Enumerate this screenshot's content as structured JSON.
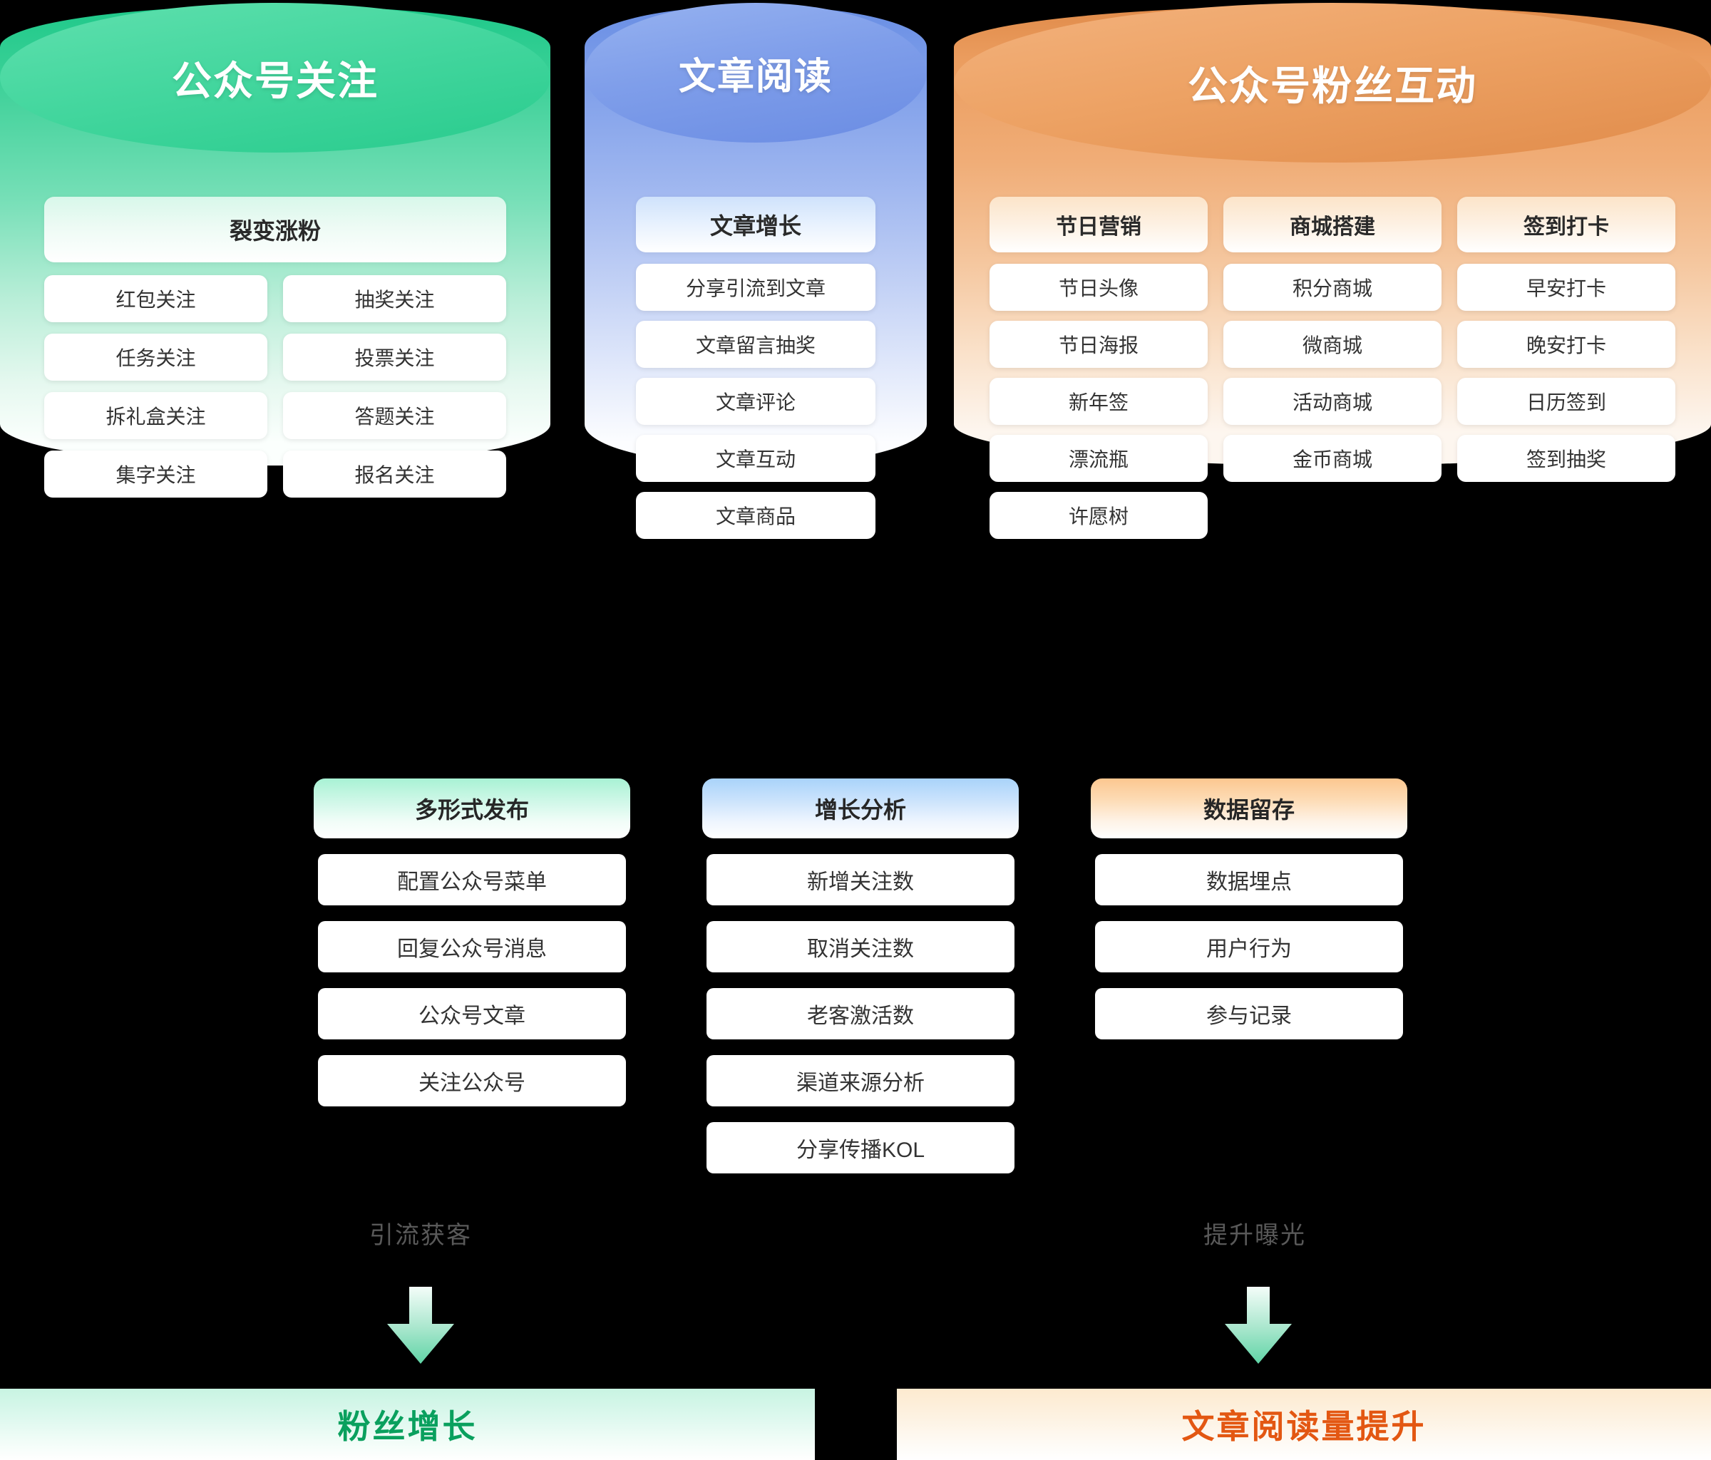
{
  "cylinders": [
    {
      "id": "gzh-follow",
      "title": "公众号关注",
      "color": "#3ad29a",
      "groups": [
        {
          "head": "裂变涨粉",
          "items": [
            "红包关注",
            "抽奖关注",
            "任务关注",
            "投票关注",
            "拆礼盒关注",
            "答题关注",
            "集字关注",
            "报名关注"
          ]
        }
      ]
    },
    {
      "id": "article-read",
      "title": "文章阅读",
      "color": "#7b9ce9",
      "groups": [
        {
          "head": "文章增长",
          "items": [
            "分享引流到文章",
            "文章留言抽奖",
            "文章评论",
            "文章互动",
            "文章商品"
          ]
        }
      ]
    },
    {
      "id": "fans-interaction",
      "title": "公众号粉丝互动",
      "color": "#eb9d5f",
      "groups": [
        {
          "head": "节日营销",
          "items": [
            "节日头像",
            "节日海报",
            "新年签",
            "漂流瓶",
            "许愿树"
          ]
        },
        {
          "head": "商城搭建",
          "items": [
            "积分商城",
            "微商城",
            "活动商城",
            "金币商城"
          ]
        },
        {
          "head": "签到打卡",
          "items": [
            "早安打卡",
            "晚安打卡",
            "日历签到",
            "签到抽奖"
          ]
        }
      ]
    }
  ],
  "mid_columns": [
    {
      "id": "multi-form-publish",
      "head": "多形式发布",
      "items": [
        "配置公众号菜单",
        "回复公众号消息",
        "公众号文章",
        "关注公众号"
      ]
    },
    {
      "id": "growth-analysis",
      "head": "增长分析",
      "items": [
        "新增关注数",
        "取消关注数",
        "老客激活数",
        "渠道来源分析",
        "分享传播KOL"
      ]
    },
    {
      "id": "data-retention",
      "head": "数据留存",
      "items": [
        "数据埋点",
        "用户行为",
        "参与记录"
      ]
    }
  ],
  "flows": [
    {
      "id": "flow-left",
      "label": "引流获客",
      "arrow": "down-arrow-icon"
    },
    {
      "id": "flow-right",
      "label": "提升曝光",
      "arrow": "down-arrow-icon"
    }
  ],
  "banners": [
    {
      "id": "fans-growth",
      "text": "粉丝增长",
      "color": "#0aa05e"
    },
    {
      "id": "reading-boost",
      "text": "文章阅读量提升",
      "color": "#e35712"
    }
  ]
}
